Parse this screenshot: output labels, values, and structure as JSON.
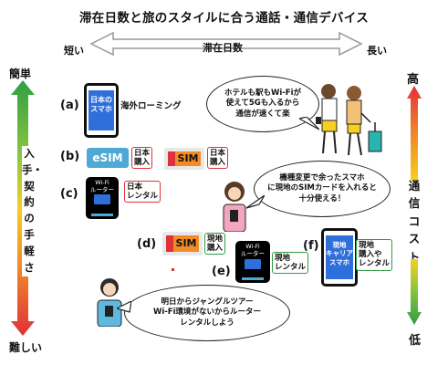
{
  "title": "滞在日数と旅のスタイルに合う通話・通信デバイス",
  "axis_top": {
    "left": "短い",
    "center": "滞在日数",
    "right": "長い"
  },
  "left_axis": {
    "top": "簡単",
    "middle": "入手・契約の手軽さ",
    "bottom": "難しい"
  },
  "right_axis": {
    "top": "高",
    "middle": "通信コスト",
    "bottom": "低"
  },
  "items": {
    "a": {
      "letter": "(a)",
      "phone_text": "日本の\nスマホ",
      "label": "海外ローミング"
    },
    "b": {
      "letter": "(b)",
      "esim_label": "eSIM",
      "esim_tag": "日本\n購入",
      "sim_label": "SIM",
      "sim_tag": "日本\n購入"
    },
    "c": {
      "letter": "(c)",
      "router_text": "Wi-Fi\nルーター",
      "tag": "日本\nレンタル"
    },
    "d": {
      "letter": "(d)",
      "sim_label": "SIM",
      "tag": "現地\n購入"
    },
    "e": {
      "letter": "(e)",
      "router_text": "Wi-Fi\nルーター",
      "tag": "現地\nレンタル"
    },
    "f": {
      "letter": "(f)",
      "phone_text": "現地\nキャリア\nスマホ",
      "tag": "現地\n購入や\nレンタル"
    }
  },
  "bubbles": {
    "hotel": "ホテルも駅もWi-Fiが\n使えて5Gも入るから\n通信が速くて楽",
    "sim_swap": "機種変更で余ったスマホ\nに現地のSIMカードを入れると\n十分使える！",
    "jungle": "明日からジャングルツアー\nWi-Fi環境がないからルーター\nレンタルしよう"
  },
  "colors": {
    "easy": "#2ea043",
    "hard": "#e0313a",
    "yellow": "#f5d020",
    "orange": "#f28c28",
    "esim": "#4fa9d6",
    "tag_red": "#e0313a",
    "tag_green": "#2f9e47"
  }
}
